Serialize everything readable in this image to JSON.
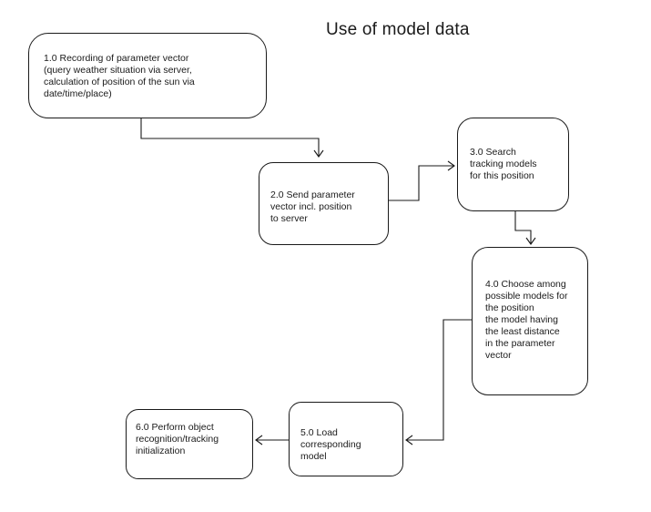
{
  "title": "Use of model data",
  "steps": [
    {
      "id": "1.0",
      "text": "1.0 Recording of parameter vector\n(query weather situation via server,\ncalculation of position of the sun via\ndate/time/place)"
    },
    {
      "id": "2.0",
      "text": "2.0 Send parameter\nvector incl. position\nto server"
    },
    {
      "id": "3.0",
      "text": "3.0 Search\ntracking models\nfor this position"
    },
    {
      "id": "4.0",
      "text": "4.0 Choose among\npossible models for\nthe position\nthe model having\nthe  least distance\nin the parameter\nvector"
    },
    {
      "id": "5.0",
      "text": "5.0 Load\ncorresponding\nmodel"
    },
    {
      "id": "6.0",
      "text": "6.0 Perform object\nrecognition/tracking\ninitialization"
    }
  ]
}
